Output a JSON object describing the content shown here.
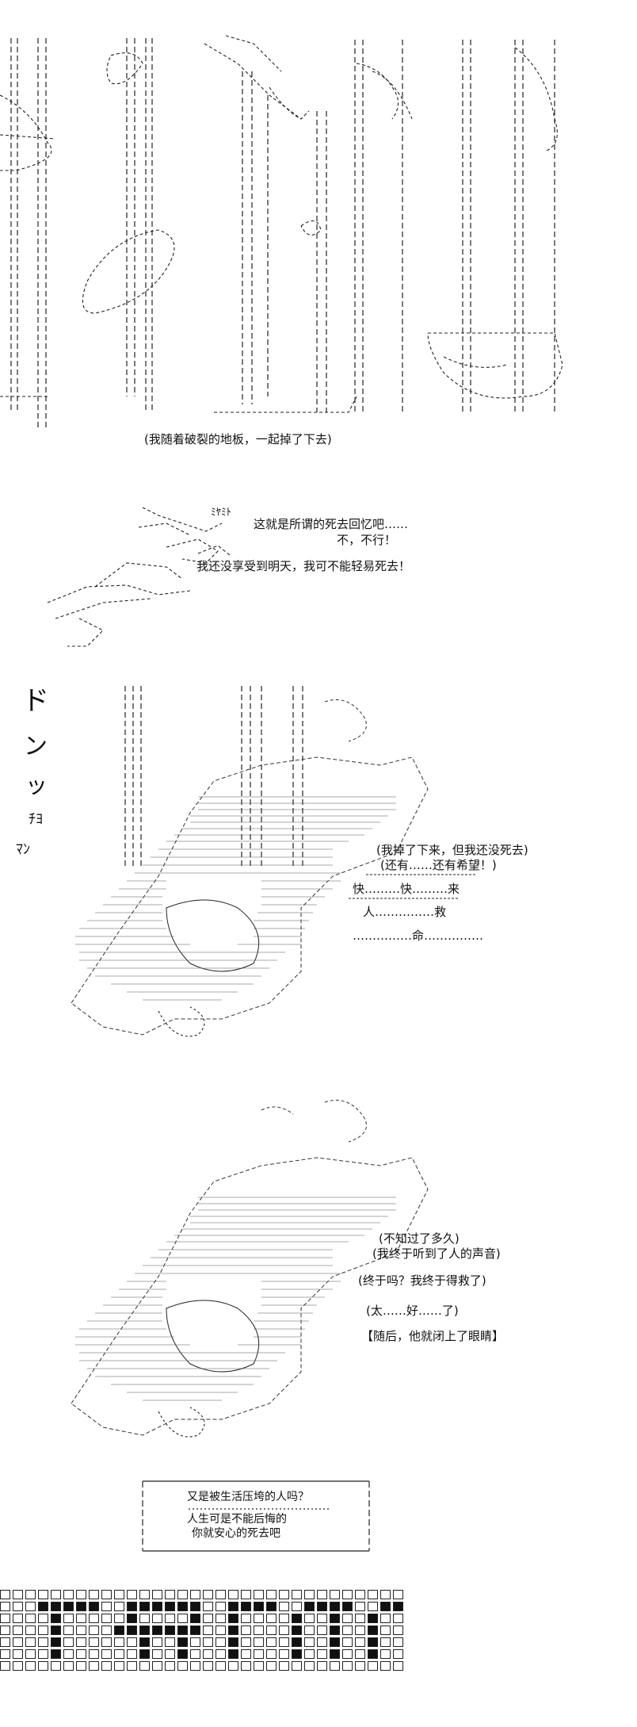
{
  "panel1": {
    "caption": "(我随着破裂的地板，一起掉了下去)"
  },
  "panel2": {
    "sfx": "ﾐﾔﾐﾄ",
    "line1": "这就是所谓的死去回忆吧……",
    "line2": "不，不行！",
    "line3": "我还没享受到明天，我可不能轻易死去！"
  },
  "panel3": {
    "sfx": [
      "ド",
      "ン",
      "ッ",
      "ﾁﾖ",
      "ﾏﾝ"
    ],
    "line1": "(我掉了下来，但我还没死去)",
    "line2": "(还有……还有希望！)",
    "line3": "快………快………来",
    "line4": "人……………救",
    "line5": "……………命……………"
  },
  "panel4": {
    "line1": "(不知过了多久)",
    "line2": "(我终于听到了人的声音)",
    "line3": "(终于吗？我终于得救了)",
    "line4": "(太……好……了)",
    "line5": "【随后，他就闭上了眼睛】"
  },
  "box": {
    "line1": "又是被生活压垮的人吗？",
    "line2": "人生可是不能后悔的",
    "line3": "你就安心的死去吧"
  },
  "grid": {
    "rows": [
      "00000000000000000000000000000000",
      "00011111001111110011110011110011",
      "00001000001000010010000100100100",
      "00001000011111110010000100100100",
      "00001000000100100010000100100100",
      "00001000000100100010000100100100",
      "00000000000000000000000000000000"
    ]
  }
}
